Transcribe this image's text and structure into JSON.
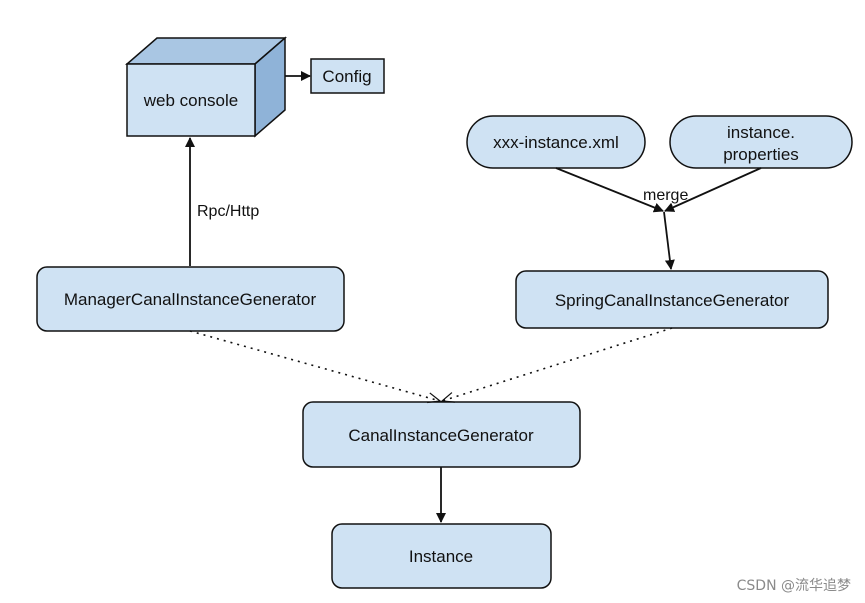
{
  "colors": {
    "node_fill": "#cfe2f3",
    "node_fill_dark": "#a9c6e3",
    "stroke": "#111111"
  },
  "nodes": {
    "web_console": "web console",
    "config": "Config",
    "xxx_instance_xml": "xxx-instance.xml",
    "instance_properties_line1": "instance.",
    "instance_properties_line2": "properties",
    "manager_generator": "ManagerCanalInstanceGenerator",
    "spring_generator": "SpringCanalInstanceGenerator",
    "canal_generator": "CanalInstanceGenerator",
    "instance": "Instance"
  },
  "edges": {
    "rpc_http": "Rpc/Http",
    "merge": "merge"
  },
  "watermark": "CSDN @流华追梦"
}
